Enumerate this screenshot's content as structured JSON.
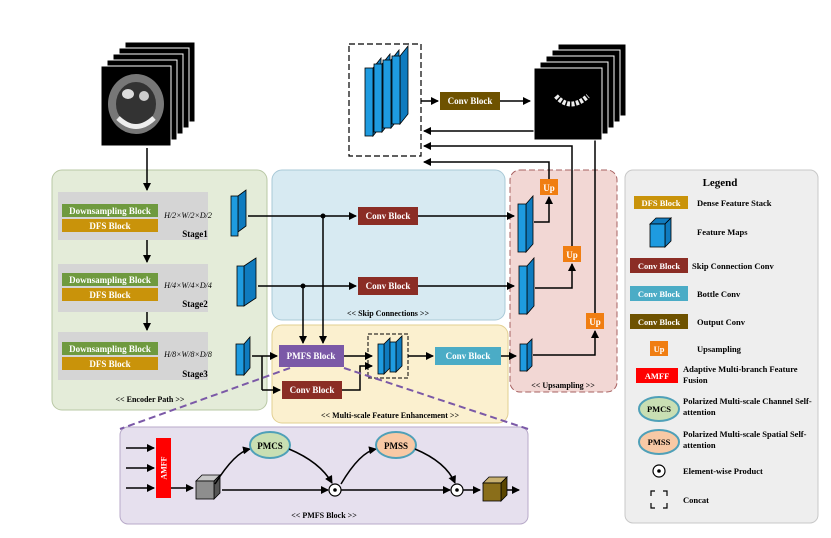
{
  "encoder": {
    "down_label": "Downsampling Block",
    "dfs_label": "DFS Block",
    "stage1_dims": "H/2×W/2×D/2",
    "stage2_dims": "H/4×W/4×D/4",
    "stage3_dims": "H/8×W/8×D/8",
    "stage1": "Stage1",
    "stage2": "Stage2",
    "stage3": "Stage3",
    "caption": "<< Encoder Path >>"
  },
  "skip": {
    "conv_label": "Conv Block",
    "caption": "<< Skip Connections >>"
  },
  "msfe": {
    "pmfs_label": "PMFS Block",
    "conv_label": "Conv Block",
    "bottle_label": "Conv Block",
    "caption": "<< Multi-scale Feature Enhancement >>"
  },
  "upsampling": {
    "up_label": "Up",
    "caption": "<< Upsampling >>"
  },
  "output": {
    "conv_label": "Conv Block"
  },
  "pmfs_detail": {
    "amff": "AMFF",
    "pmcs": "PMCS",
    "pmss": "PMSS",
    "caption": "<< PMFS Block >>"
  },
  "legend": {
    "title": "Legend",
    "items": [
      {
        "key": "DFS Block",
        "text": "Dense Feature Stack"
      },
      {
        "key": "",
        "text": "Feature Maps"
      },
      {
        "key": "Conv Block",
        "text": "Skip Connection Conv"
      },
      {
        "key": "Conv Block",
        "text": "Bottle Conv"
      },
      {
        "key": "Conv Block",
        "text": "Output Conv"
      },
      {
        "key": "Up",
        "text": "Upsampling"
      },
      {
        "key": "AMFF",
        "text": "Adaptive Multi-branch Feature Fusion"
      },
      {
        "key": "PMCS",
        "text": "Polarized Multi-scale Channel Self-attention"
      },
      {
        "key": "PMSS",
        "text": "Polarized Multi-scale Spatial Self-attention"
      },
      {
        "key": "",
        "text": "Element-wise Product"
      },
      {
        "key": "",
        "text": "Concat"
      }
    ]
  },
  "colors": {
    "encoder_bg": "#e4ecd9",
    "skip_bg": "#d7eaf2",
    "msfe_bg": "#fbf0cf",
    "up_bg": "#f2d7d4",
    "legend_bg": "#eeeeee",
    "pmfs_bg": "#e6e0ee",
    "down_green": "#6f9a3f",
    "dfs_gold": "#c9930a",
    "skip_conv": "#8b2d25",
    "bottle_conv": "#4bacc6",
    "output_conv": "#6e5200",
    "up_orange": "#f07e12",
    "amff_red": "#ff0000",
    "pmfs_purple": "#7b59a7",
    "cube_blue": "#1e9be0"
  }
}
